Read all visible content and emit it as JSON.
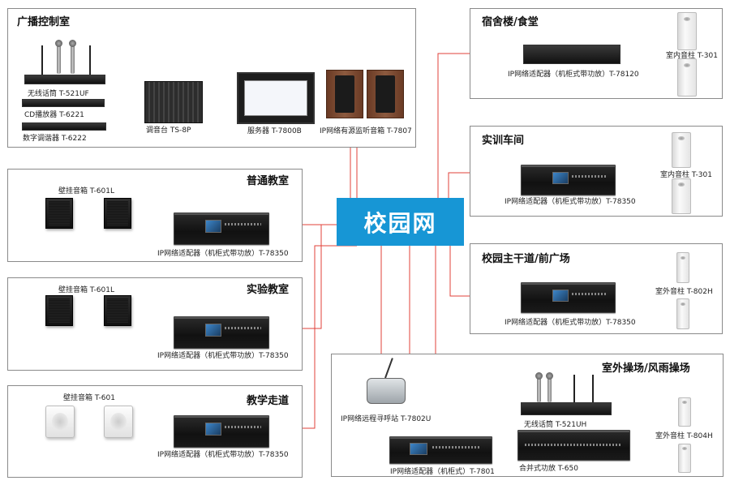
{
  "center": {
    "label": "校园网"
  },
  "colors": {
    "link_line": "#e0403a",
    "audio_line": "#4caf50",
    "hub_bg": "#1796d5",
    "box_border": "#8a8a8a"
  },
  "broadcast_room": {
    "title": "广播控制室",
    "wireless_mic": "无线话筒  T-521UF",
    "cd_player": "CD播放器  T-6221",
    "tuner": "数字调谐器  T-6222",
    "mixer": "调音台  TS-8P",
    "server": "服务器  T-7800B",
    "monitor_speakers": "IP网络有源监听音箱  T-7807"
  },
  "classroom": {
    "title": "普通教室",
    "speaker": "壁挂音箱 T-601L",
    "adapter": "IP网络适配器（机柜式带功放）T-78350"
  },
  "lab": {
    "title": "实验教室",
    "speaker": "壁挂音箱 T-601L",
    "adapter": "IP网络适配器（机柜式带功放）T-78350"
  },
  "corridor": {
    "title": "教学走道",
    "speaker": "壁挂音箱 T-601",
    "adapter": "IP网络适配器（机柜式带功放）T-78350"
  },
  "dormitory": {
    "title": "宿舍楼/食堂",
    "adapter": "IP网络适配器（机柜式带功放）T-78120",
    "speaker": "室内音柱  T-301"
  },
  "workshop": {
    "title": "实训车间",
    "adapter": "IP网络适配器（机柜式带功放）T-78350",
    "speaker": "室内音柱  T-301"
  },
  "main_road": {
    "title": "校园主干道/前广场",
    "adapter": "IP网络适配器（机柜式带功放）T-78350",
    "speaker": "室外音柱  T-802H"
  },
  "playground": {
    "title": "室外操场/风雨操场",
    "paging_station": "IP网络远程寻呼站  T-7802U",
    "wireless_mic": "无线话筒  T-521UH",
    "adapter": "IP网络适配器（机柜式）T-7801",
    "amplifier": "合并式功放  T-650",
    "speaker": "室外音柱  T-804H"
  }
}
